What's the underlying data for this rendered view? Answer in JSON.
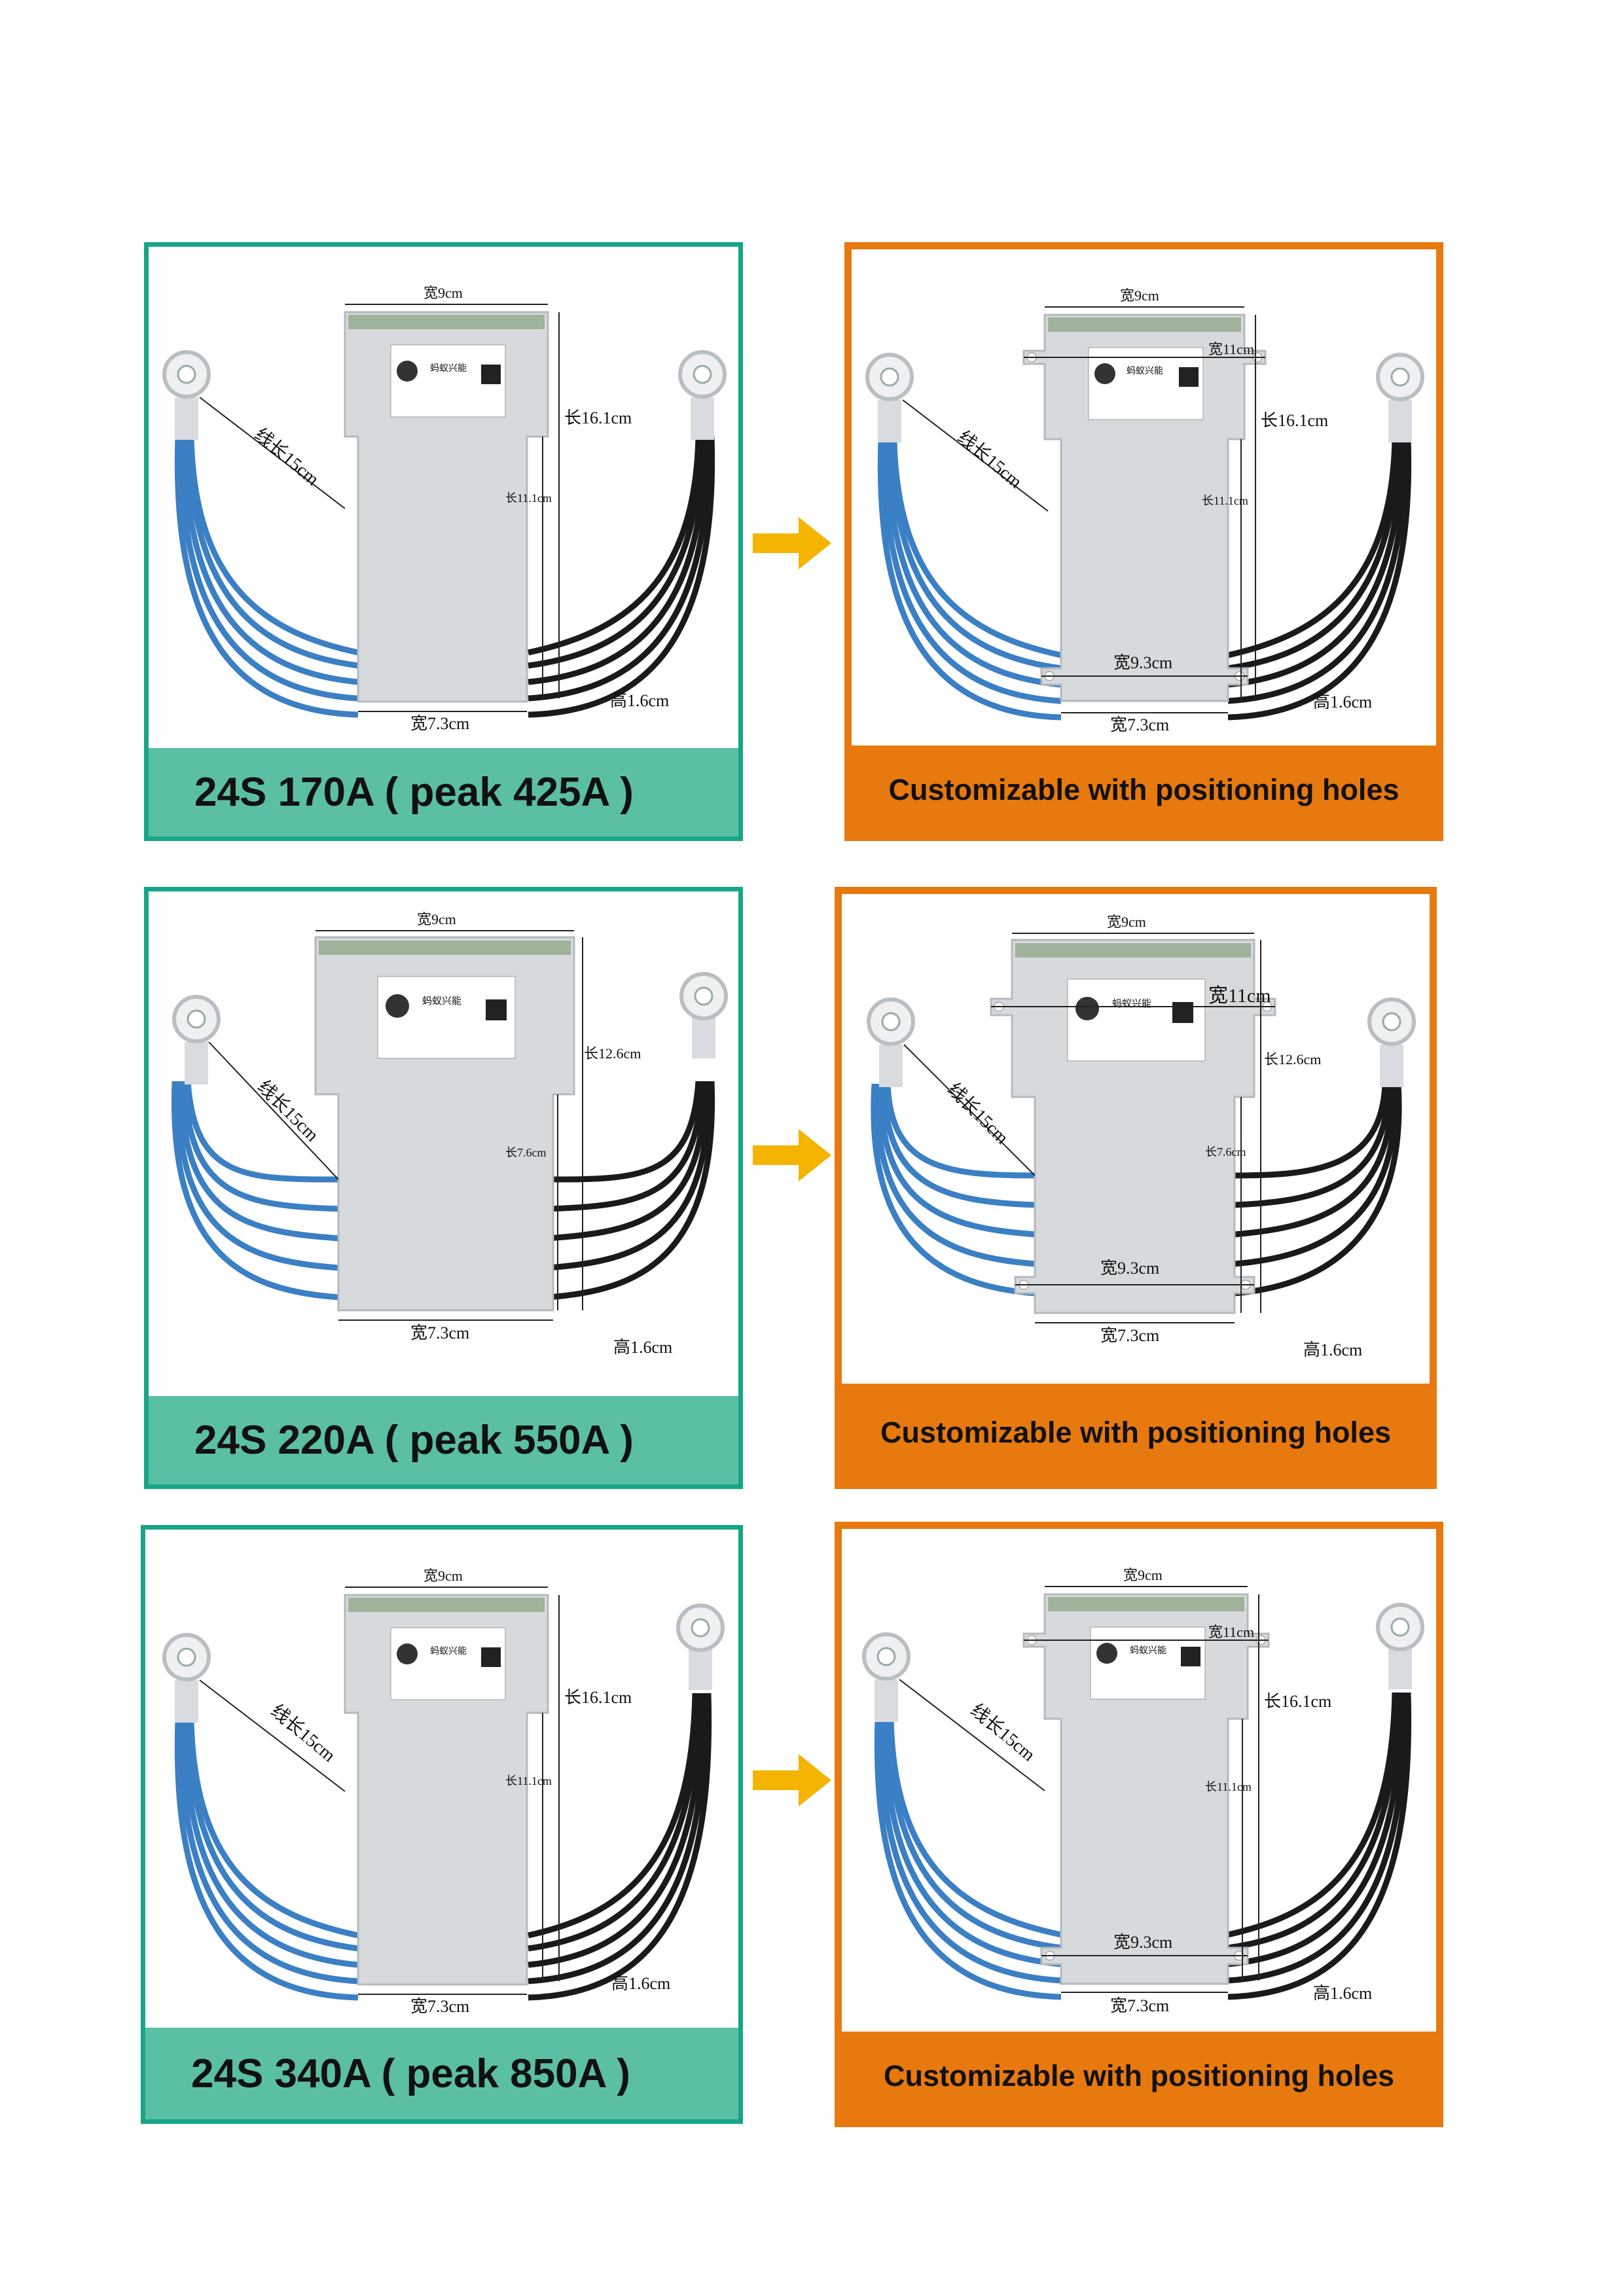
{
  "rows": [
    {
      "left": {
        "caption": "24S 170A ( peak 425A )",
        "labels": {
          "top_width": "宽9cm",
          "length_total": "长16.1cm",
          "length_body": "长11.1cm",
          "wire": "线长15cm",
          "bottom_width": "宽7.3cm",
          "height": "高1.6cm"
        }
      },
      "right": {
        "caption": "Customizable with positioning holes",
        "labels": {
          "top_width": "宽9cm",
          "hole_top": "宽11cm",
          "length_total": "长16.1cm",
          "length_body": "长11.1cm",
          "wire": "线长15cm",
          "hole_bottom": "宽9.3cm",
          "bottom_width": "宽7.3cm",
          "height": "高1.6cm"
        }
      }
    },
    {
      "left": {
        "caption": "24S 220A ( peak 550A )",
        "labels": {
          "top_width": "宽9cm",
          "length_total": "长12.6cm",
          "length_body": "长7.6cm",
          "wire": "线长15cm",
          "bottom_width": "宽7.3cm",
          "height": "高1.6cm"
        }
      },
      "right": {
        "caption": "Customizable with positioning holes",
        "labels": {
          "top_width": "宽9cm",
          "hole_top": "宽11cm",
          "length_total": "长12.6cm",
          "length_body": "长7.6cm",
          "wire": "线长15cm",
          "hole_bottom": "宽9.3cm",
          "bottom_width": "宽7.3cm",
          "height": "高1.6cm"
        }
      }
    },
    {
      "left": {
        "caption": "24S 340A ( peak 850A )",
        "labels": {
          "top_width": "宽9cm",
          "length_total": "长16.1cm",
          "length_body": "长11.1cm",
          "wire": "线长15cm",
          "bottom_width": "宽7.3cm",
          "height": "高1.6cm"
        }
      },
      "right": {
        "caption": "Customizable with positioning holes",
        "labels": {
          "top_width": "宽9cm",
          "hole_top": "宽11cm",
          "length_total": "长16.1cm",
          "length_body": "长11.1cm",
          "wire": "线长15cm",
          "hole_bottom": "宽9.3cm",
          "bottom_width": "宽7.3cm",
          "height": "高1.6cm"
        }
      }
    }
  ],
  "label_brand": "蚂蚁兴能",
  "colors": {
    "green_border": "#17a589",
    "green_banner": "#5bbfa3",
    "orange": "#e8790f",
    "arrow": "#f4b400",
    "blue_wire": "#3b7fc4",
    "black_wire": "#1a1a1a"
  }
}
